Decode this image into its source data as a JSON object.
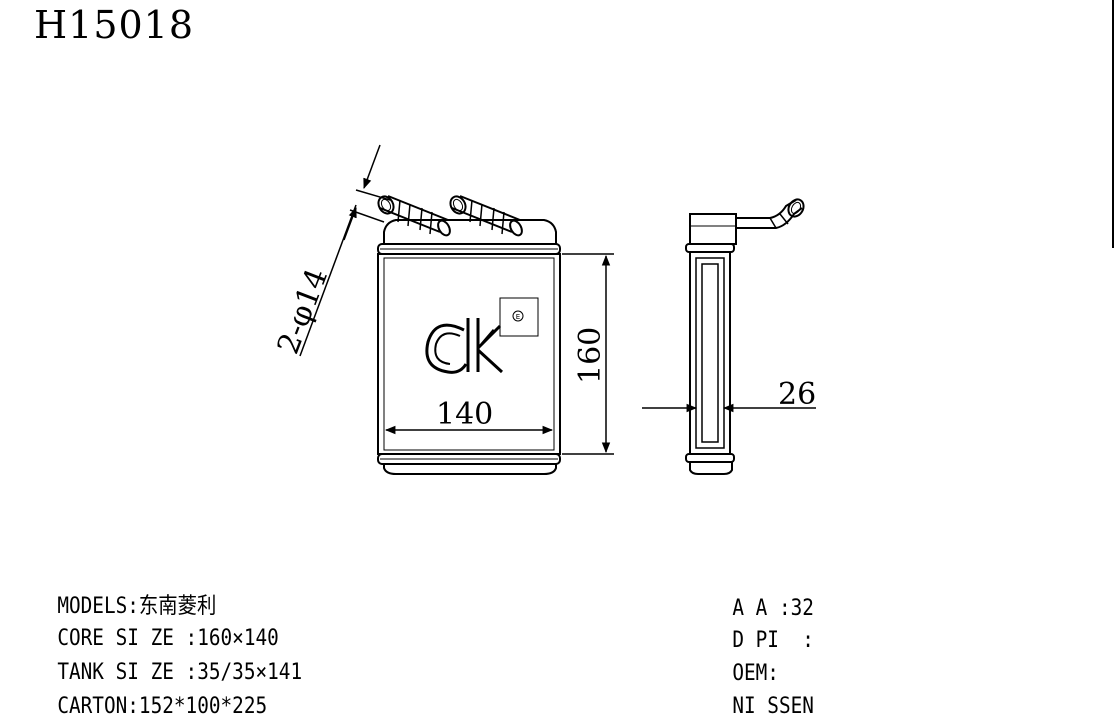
{
  "header": {
    "part_number": "H15018"
  },
  "drawing": {
    "dim_pipe": "2-φ14",
    "dim_width": "140",
    "dim_height": "160",
    "dim_thickness": "26",
    "logo_text": "CK",
    "logo_mark": "E"
  },
  "specs_left": [
    {
      "label": "MODELS:",
      "value": "东南菱利"
    },
    {
      "label": "CORE SI ZE :",
      "value": "160×140"
    },
    {
      "label": "TANK SI ZE :",
      "value": "35/35×141"
    },
    {
      "label": "CARTON:",
      "value": "152*100*225"
    }
  ],
  "specs_right": [
    {
      "label": "A A :",
      "value": "32"
    },
    {
      "label": "D PI  :",
      "value": ""
    },
    {
      "label": "OEM:",
      "value": ""
    },
    {
      "label": "NI SSEN",
      "value": ""
    }
  ]
}
